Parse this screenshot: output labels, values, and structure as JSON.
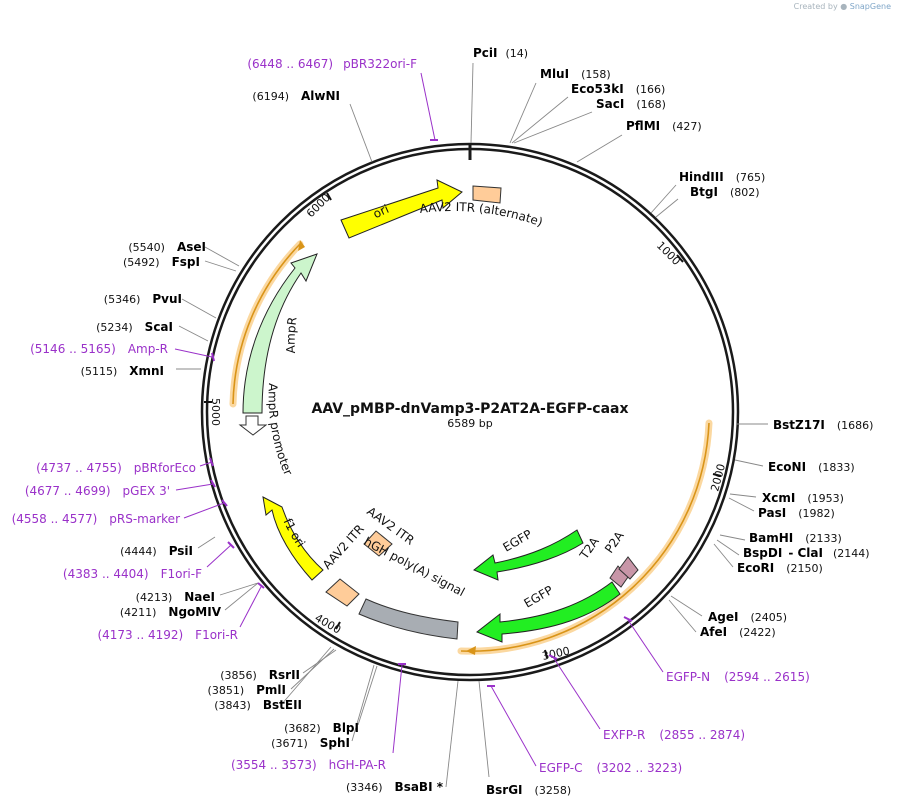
{
  "credit": {
    "created_by": "Created by",
    "brand": "SnapGene"
  },
  "plasmid": {
    "name": "AAV_pMBP-dnVamp3-P2AT2A-EGFP-caax",
    "size_label": "6589 bp"
  },
  "ticks": [
    "1000",
    "2000",
    "3000",
    "4000",
    "5000",
    "6000"
  ],
  "sites": [
    {
      "name": "PciI",
      "pos": "(14)"
    },
    {
      "name": "MluI",
      "pos": "(158)"
    },
    {
      "name": "Eco53kI",
      "pos": "(166)"
    },
    {
      "name": "SacI",
      "pos": "(168)"
    },
    {
      "name": "PflMI",
      "pos": "(427)"
    },
    {
      "name": "HindIII",
      "pos": "(765)"
    },
    {
      "name": "BtgI",
      "pos": "(802)"
    },
    {
      "name": "BstZ17I",
      "pos": "(1686)"
    },
    {
      "name": "EcoNI",
      "pos": "(1833)"
    },
    {
      "name": "XcmI",
      "pos": "(1953)"
    },
    {
      "name": "PasI",
      "pos": "(1982)"
    },
    {
      "name": "BamHI",
      "pos": "(2133)"
    },
    {
      "name": "BspDI",
      "pos": "(2144)",
      "extra": "-  ClaI"
    },
    {
      "name": "EcoRI",
      "pos": "(2150)"
    },
    {
      "name": "AgeI",
      "pos": "(2405)"
    },
    {
      "name": "AfeI",
      "pos": "(2422)"
    },
    {
      "name": "BsrGI",
      "pos": "(3258)"
    },
    {
      "name": "BsaBI *",
      "pos": "(3346)"
    },
    {
      "name": "SphI",
      "pos": "(3671)"
    },
    {
      "name": "BlpI",
      "pos": "(3682)"
    },
    {
      "name": "BstEII",
      "pos": "(3843)"
    },
    {
      "name": "PmlI",
      "pos": "(3851)"
    },
    {
      "name": "RsrII",
      "pos": "(3856)"
    },
    {
      "name": "NgoMIV",
      "pos": "(4211)"
    },
    {
      "name": "NaeI",
      "pos": "(4213)"
    },
    {
      "name": "PsiI",
      "pos": "(4444)"
    },
    {
      "name": "XmnI",
      "pos": "(5115)"
    },
    {
      "name": "ScaI",
      "pos": "(5234)"
    },
    {
      "name": "PvuI",
      "pos": "(5346)"
    },
    {
      "name": "FspI",
      "pos": "(5492)"
    },
    {
      "name": "AseI",
      "pos": "(5540)"
    },
    {
      "name": "AlwNI",
      "pos": "(6194)"
    }
  ],
  "primers": [
    {
      "name": "pBR322ori-F",
      "range": "(6448 .. 6467)"
    },
    {
      "name": "EGFP-N",
      "range": "(2594 .. 2615)"
    },
    {
      "name": "EXFP-R",
      "range": "(2855 .. 2874)"
    },
    {
      "name": "EGFP-C",
      "range": "(3202 .. 3223)"
    },
    {
      "name": "hGH-PA-R",
      "range": "(3554 .. 3573)"
    },
    {
      "name": "F1ori-R",
      "range": "(4173 .. 4192)"
    },
    {
      "name": "F1ori-F",
      "range": "(4383 .. 4404)"
    },
    {
      "name": "pRS-marker",
      "range": "(4558 .. 4577)"
    },
    {
      "name": "pGEX 3'",
      "range": "(4677 .. 4699)"
    },
    {
      "name": "pBRforEco",
      "range": "(4737 .. 4755)"
    },
    {
      "name": "Amp-R",
      "range": "(5146 .. 5165)"
    }
  ],
  "features": {
    "ori": "ori",
    "itr_alt": "AAV2 ITR (alternate)",
    "ampr": "AmpR",
    "ampr_promoter": "AmpR promoter",
    "f1_ori": "f1 ori",
    "aav2_itr_1": "AAV2 ITR",
    "aav2_itr_2": "AAV2 ITR",
    "hgh": "hGH poly(A) signal",
    "egfp_1": "EGFP",
    "egfp_2": "EGFP",
    "t2a": "T2A",
    "p2a": "P2A"
  },
  "colors": {
    "backbone": "#1a1a1a",
    "primer": "#9a31c9",
    "ori": "#ffff00",
    "ampr": "#ccf5cc",
    "egfp": "#22ee22",
    "itr": "#ffcc99",
    "hgh": "#a8adb3",
    "p2a": "#c896a8",
    "highlight": "#fbd8a0"
  }
}
